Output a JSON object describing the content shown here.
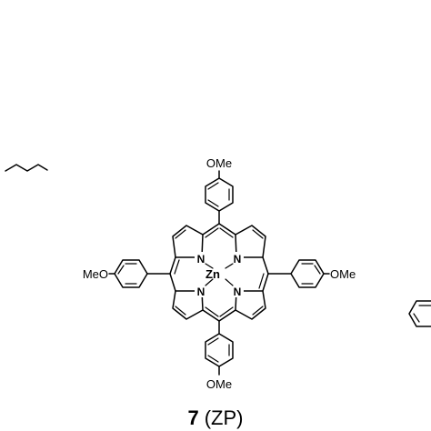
{
  "molecule": {
    "metal": "Zn",
    "nitrogen": "N",
    "substituent_top": "OMe",
    "substituent_right": "OMe",
    "substituent_left": "MeO",
    "substituent_bottom": "OMe"
  },
  "caption": {
    "number": "7",
    "label": "(ZP)"
  },
  "colors": {
    "ink": "#000000",
    "background": "#ffffff"
  }
}
